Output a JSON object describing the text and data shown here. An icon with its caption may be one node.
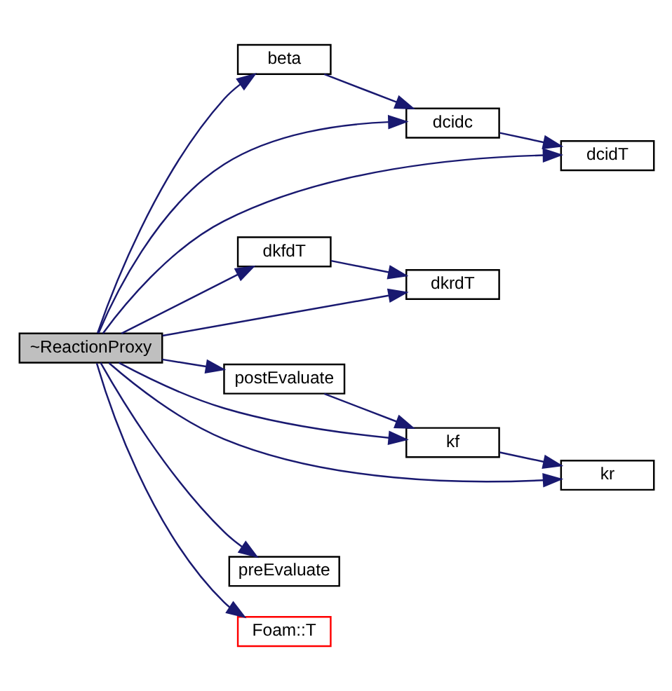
{
  "diagram": {
    "nodes": [
      {
        "text": [
          "~ReactionProxy"
        ]
      },
      {
        "text": [
          "beta"
        ]
      },
      {
        "text": [
          "dcidc"
        ]
      },
      {
        "text": [
          "dcidT"
        ]
      },
      {
        "text": [
          "dkfdT"
        ]
      },
      {
        "text": [
          "dkrdT"
        ]
      },
      {
        "text": [
          "postEvaluate"
        ]
      },
      {
        "text": [
          "kf"
        ]
      },
      {
        "text": [
          "kr"
        ]
      },
      {
        "text": [
          "preEvaluate"
        ]
      },
      {
        "text": [
          "Foam::T"
        ]
      }
    ],
    "edges": [
      {
        "from": 0,
        "to": 1,
        "arrow": "to"
      },
      {
        "from": 0,
        "to": 2,
        "arrow": "to"
      },
      {
        "from": 0,
        "to": 3,
        "arrow": "to"
      },
      {
        "from": 0,
        "to": 4,
        "arrow": "to"
      },
      {
        "from": 0,
        "to": 5,
        "arrow": "to"
      },
      {
        "from": 0,
        "to": 7,
        "arrow": "to"
      },
      {
        "from": 0,
        "to": 6,
        "arrow": "to"
      },
      {
        "from": 0,
        "to": 8,
        "arrow": "to"
      },
      {
        "from": 0,
        "to": 9,
        "arrow": "to"
      },
      {
        "from": 0,
        "to": 10,
        "arrow": "to"
      },
      {
        "from": 1,
        "to": 2,
        "arrow": "to"
      },
      {
        "from": 2,
        "to": 3,
        "arrow": "to"
      },
      {
        "from": 4,
        "to": 5,
        "arrow": "to"
      },
      {
        "from": 6,
        "to": 7,
        "arrow": "to"
      },
      {
        "from": 7,
        "to": 8,
        "arrow": "to"
      }
    ]
  }
}
